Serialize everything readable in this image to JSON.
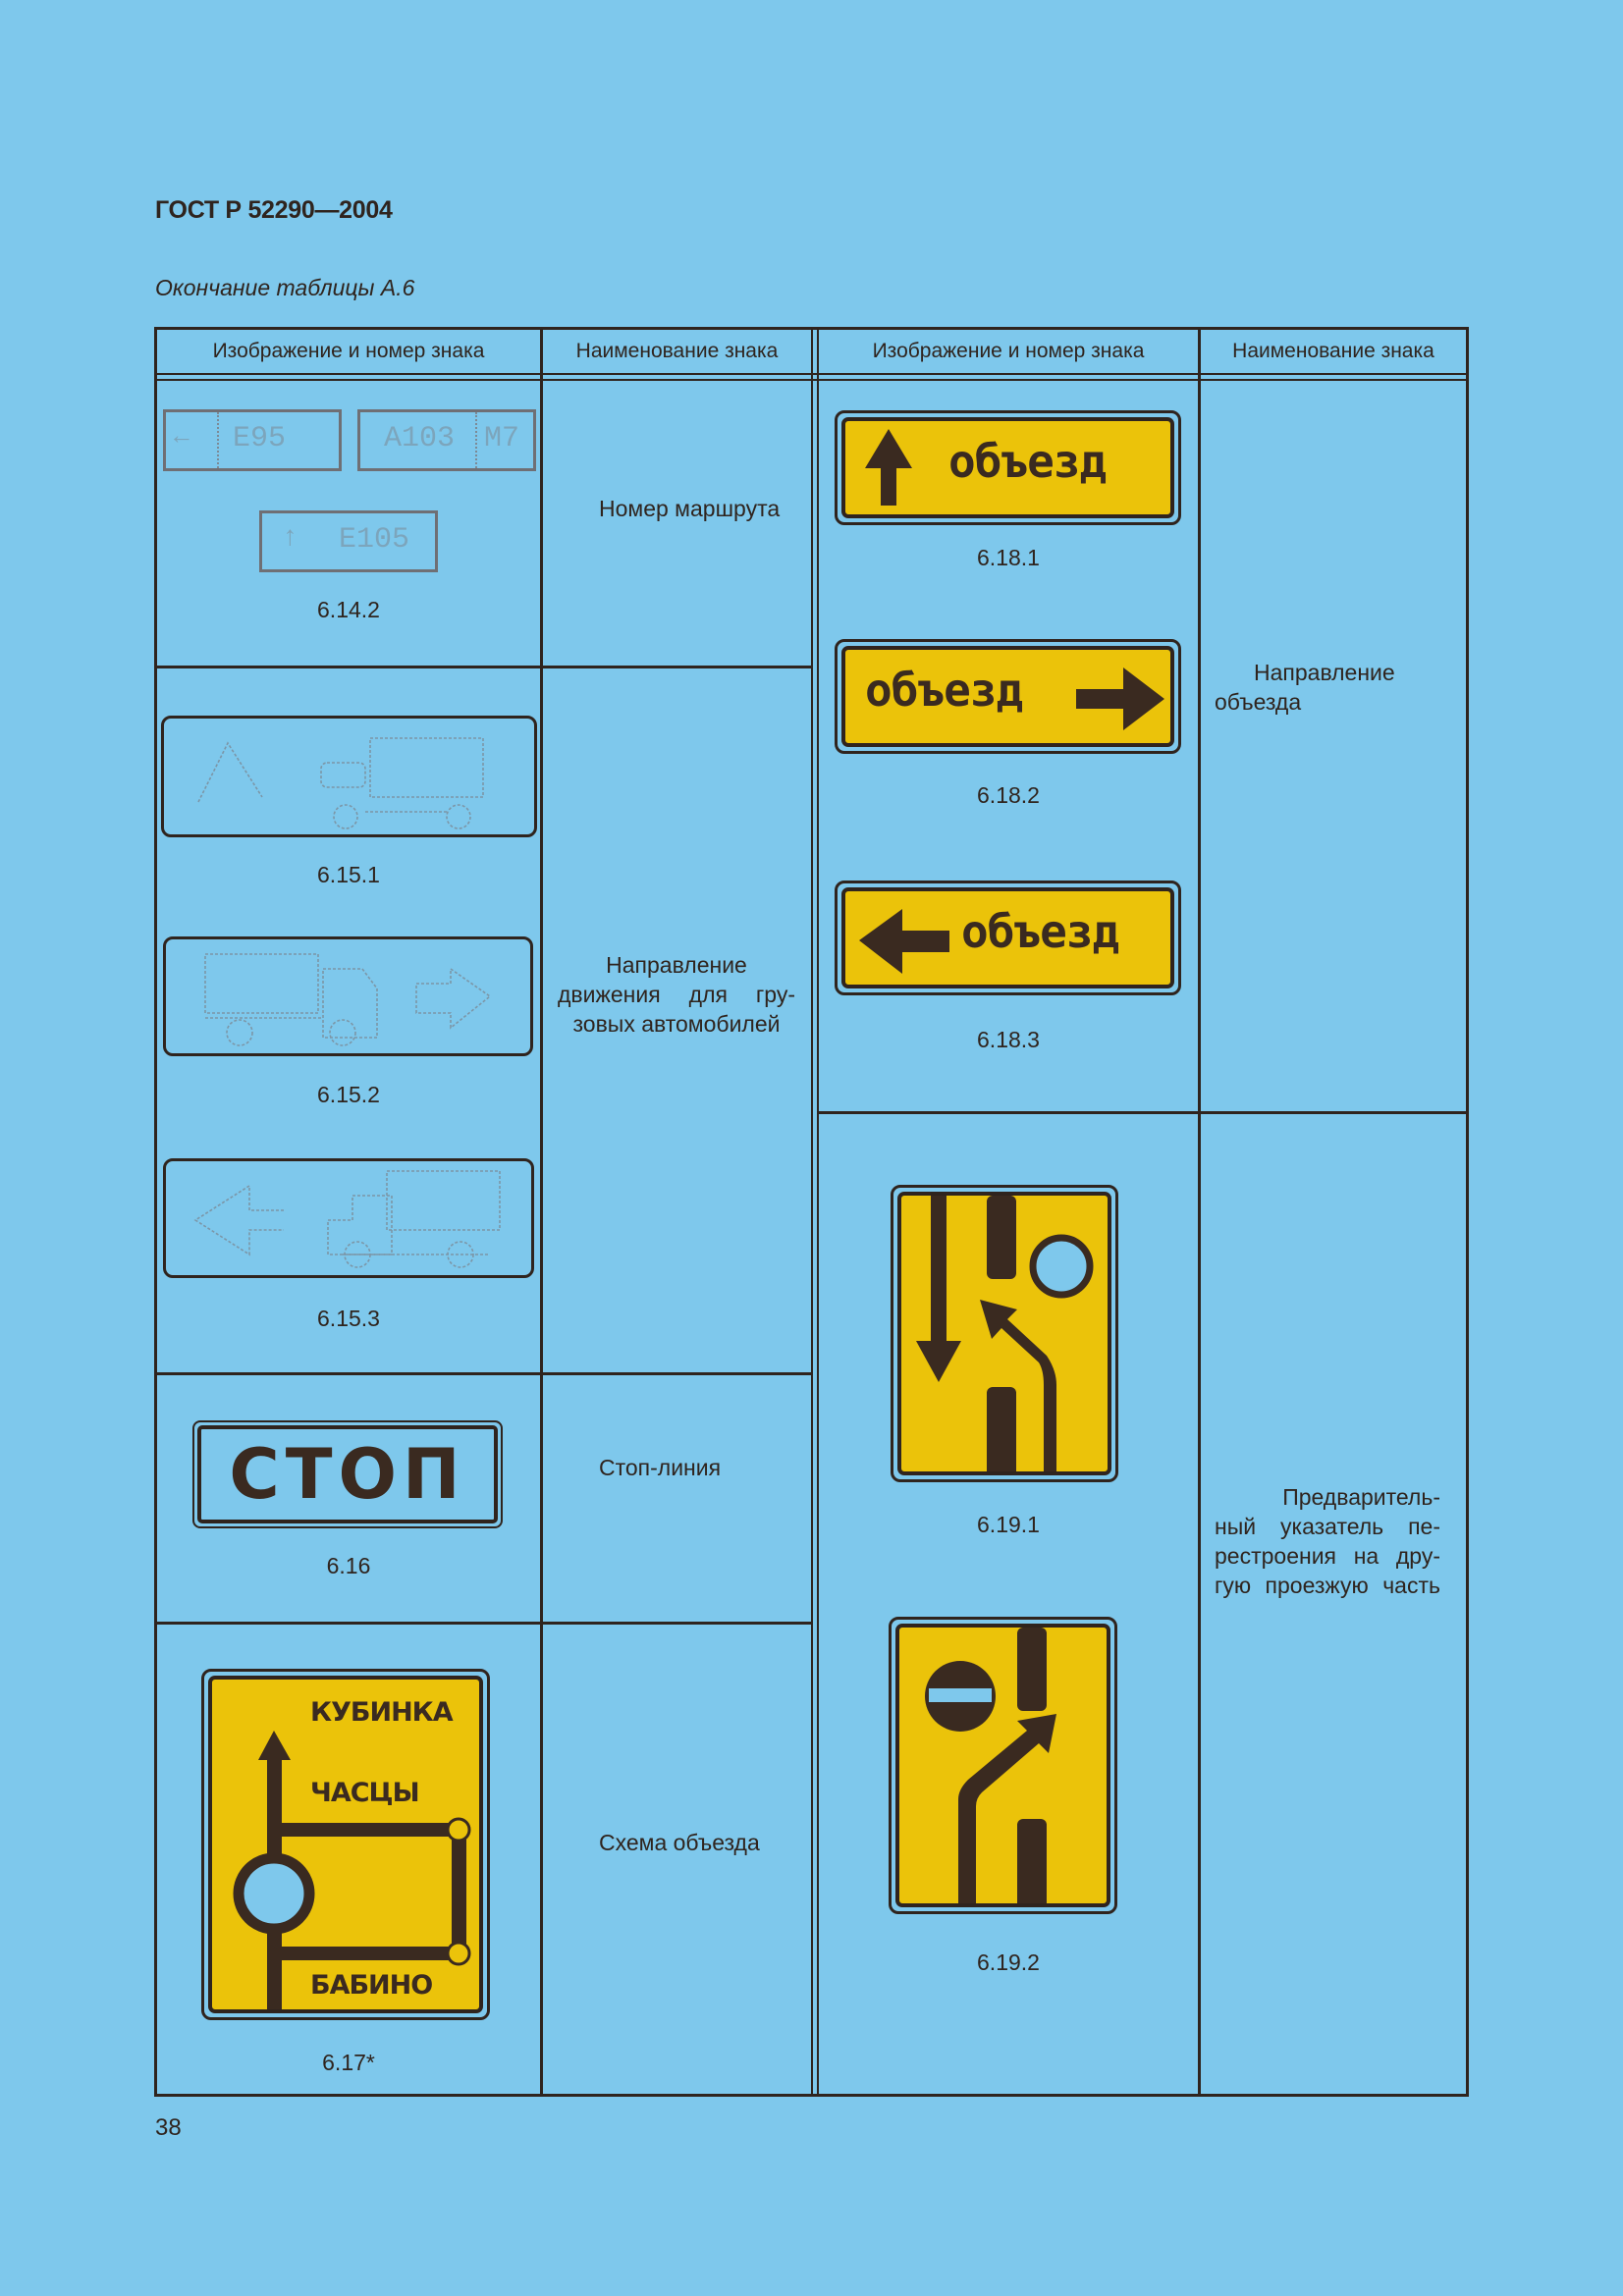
{
  "header": {
    "doc_title": "ГОСТ Р 52290—2004",
    "table_caption": "Окончание таблицы А.6"
  },
  "table": {
    "columns": [
      "Изображение и номер знака",
      "Наименование знака",
      "Изображение и номер знака",
      "Наименование знака"
    ],
    "left_rows": [
      {
        "sign_numbers": [
          "6.14.2"
        ],
        "name": "Номер маршрута",
        "sign_texts": [
          "Е95",
          "А103",
          "М7",
          "Е105"
        ]
      },
      {
        "sign_numbers": [
          "6.15.1",
          "6.15.2",
          "6.15.3"
        ],
        "name_lines": [
          "Направление",
          "движения для гру-",
          "зовых автомобилей"
        ]
      },
      {
        "sign_numbers": [
          "6.16"
        ],
        "name": "Стоп-линия",
        "sign_text": "СТОП"
      },
      {
        "sign_numbers": [
          "6.17*"
        ],
        "name": "Схема объезда",
        "sign_labels": [
          "КУБИНКА",
          "ЧАСЦЫ",
          "БАБИНО"
        ]
      }
    ],
    "right_rows": [
      {
        "sign_numbers": [
          "6.18.1",
          "6.18.2",
          "6.18.3"
        ],
        "sign_text": "объезд",
        "name_lines": [
          "Направление",
          "объезда"
        ]
      },
      {
        "sign_numbers": [
          "6.19.1",
          "6.19.2"
        ],
        "name_lines": [
          "Предваритель-",
          "ный указатель пе-",
          "рестроения на дру-",
          "гую проезжую часть"
        ]
      }
    ]
  },
  "footer": {
    "page_number": "38"
  },
  "colors": {
    "background": "#7EC8EC",
    "ink": "#2f241e",
    "sign_yellow": "#EBC30A",
    "sign_brown": "#3a2a20"
  }
}
